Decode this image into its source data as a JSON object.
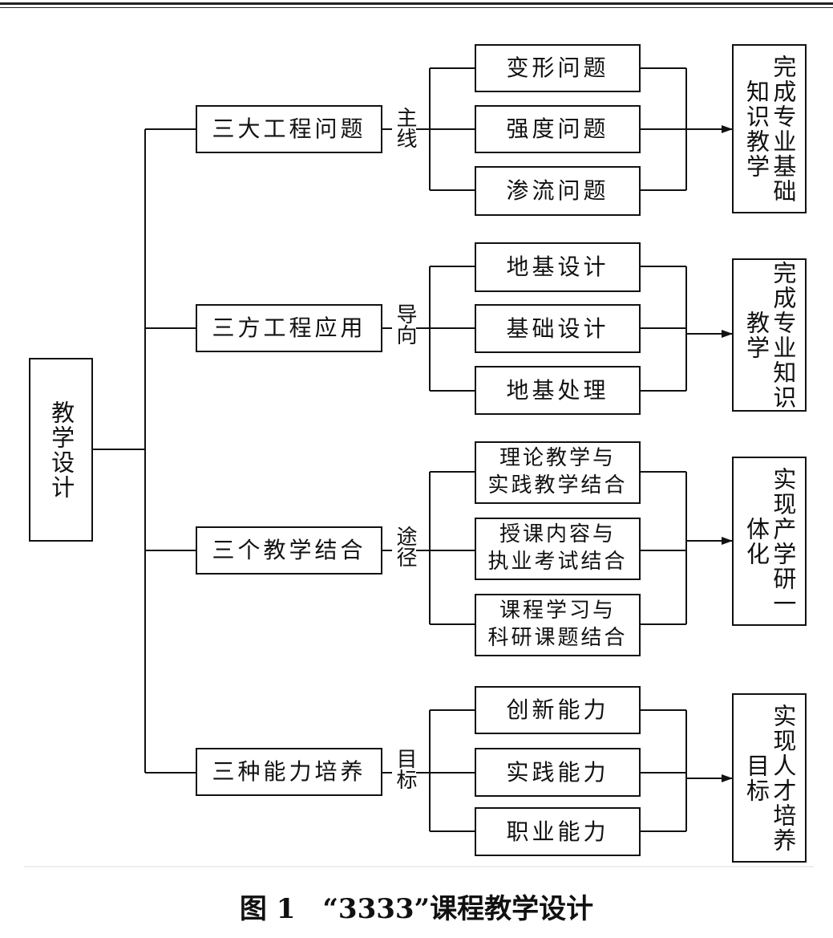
{
  "root": "教学设计",
  "branches": [
    {
      "label": "三大工程问题",
      "connector": "主线",
      "items": [
        "变形问题",
        "强度问题",
        "渗流问题"
      ],
      "result": "完成专业基础知识教学"
    },
    {
      "label": "三方工程应用",
      "connector": "导向",
      "items": [
        "地基设计",
        "基础设计",
        "地基处理"
      ],
      "result": "完成专业知识教学"
    },
    {
      "label": "三个教学结合",
      "connector": "途径",
      "items": [
        "理论教学与\n实践教学结合",
        "授课内容与\n执业考试结合",
        "课程学习与\n科研课题结合"
      ],
      "result": "实现产学研一体化"
    },
    {
      "label": "三种能力培养",
      "connector": "目标",
      "items": [
        "创新能力",
        "实践能力",
        "职业能力"
      ],
      "result": "实现人才培养目标"
    }
  ],
  "caption": "图 1　“3333”课程教学设计"
}
